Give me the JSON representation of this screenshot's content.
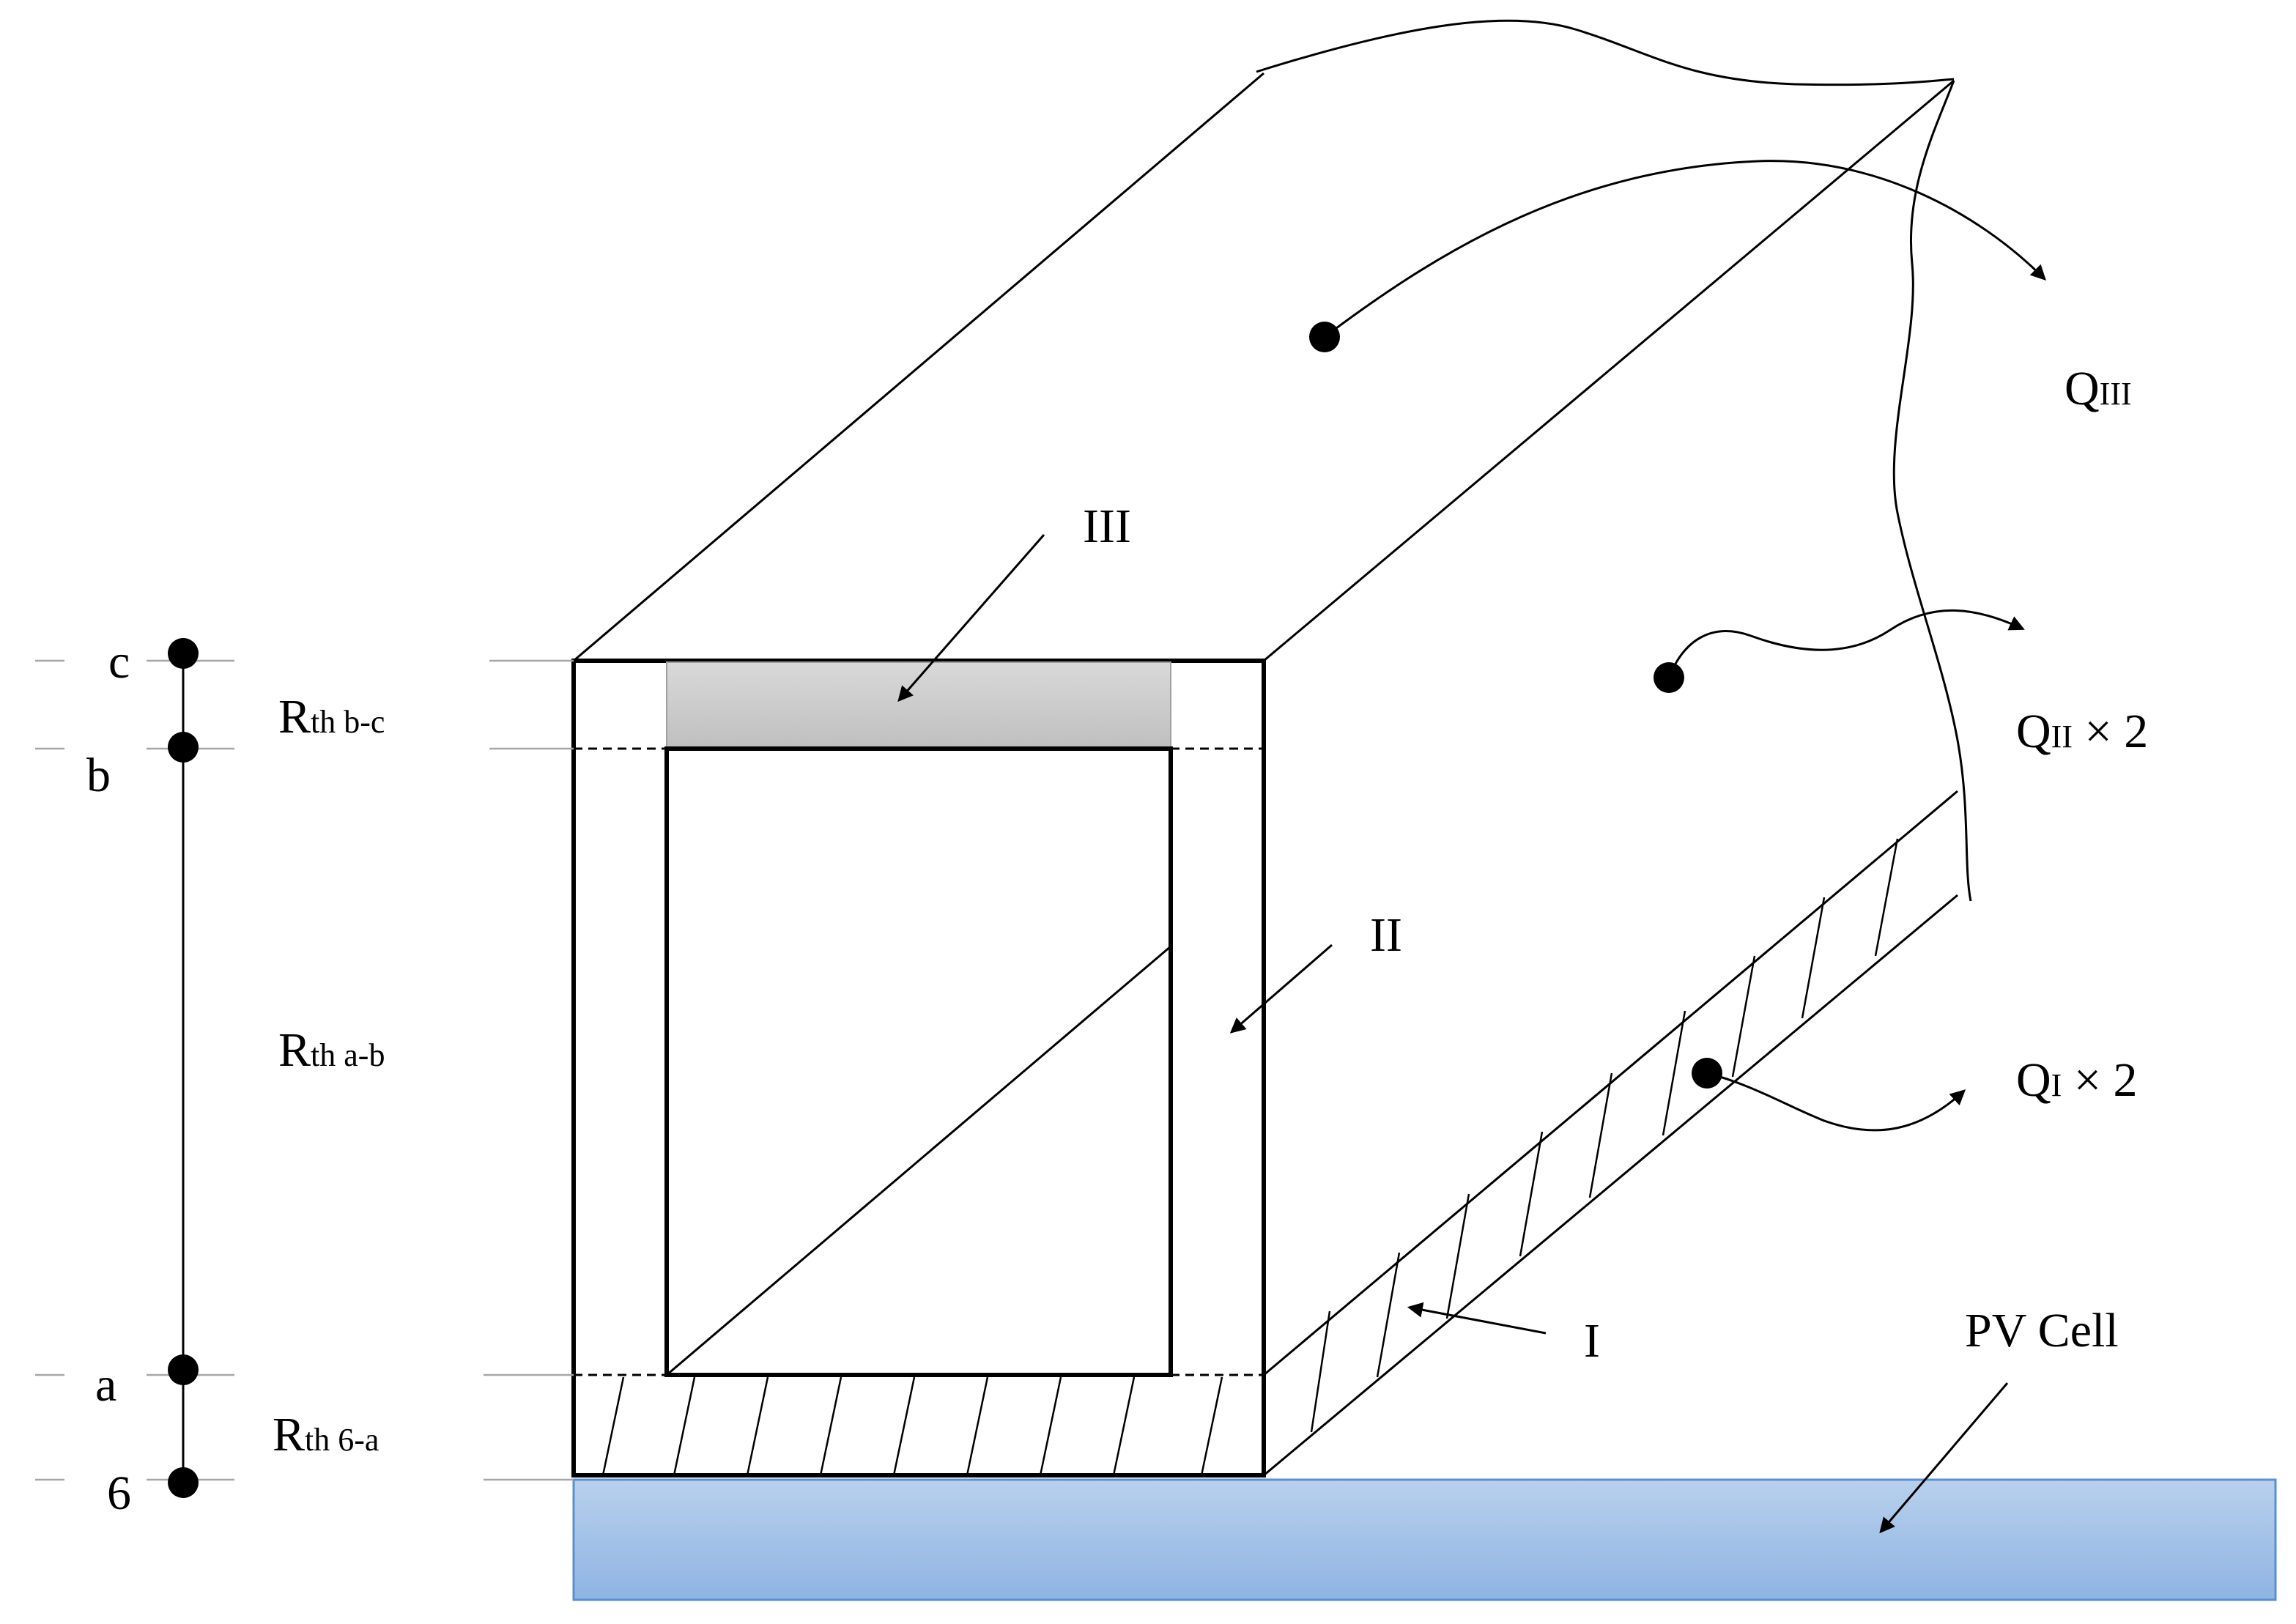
{
  "resistance_network": {
    "node_labels": [
      "c",
      "b",
      "a",
      "6"
    ],
    "resistors": [
      {
        "symbol": "R",
        "subscript": "th b-c"
      },
      {
        "symbol": "R",
        "subscript": "th a-b"
      },
      {
        "symbol": "R",
        "subscript": "th 6-a"
      }
    ]
  },
  "regions": {
    "top_plate": "III",
    "side_wall": "II",
    "bottom_plate": "I"
  },
  "heat_flows": [
    {
      "symbol": "Q",
      "subscript": "III",
      "suffix": ""
    },
    {
      "symbol": "Q",
      "subscript": "II",
      "suffix": " × 2"
    },
    {
      "symbol": "Q",
      "subscript": "I",
      "suffix": " × 2"
    }
  ],
  "substrate_label": "PV Cell",
  "colors": {
    "pv_cell_top": "#b8d0ec",
    "pv_cell_bottom": "#8fb4e3",
    "pv_cell_border": "#5b8fcf",
    "top_plate_shade_top": "#d9d9d9",
    "top_plate_shade_bottom": "#bfbfbf",
    "lines": "#000000",
    "guide_lines": "#a6a6a6"
  }
}
